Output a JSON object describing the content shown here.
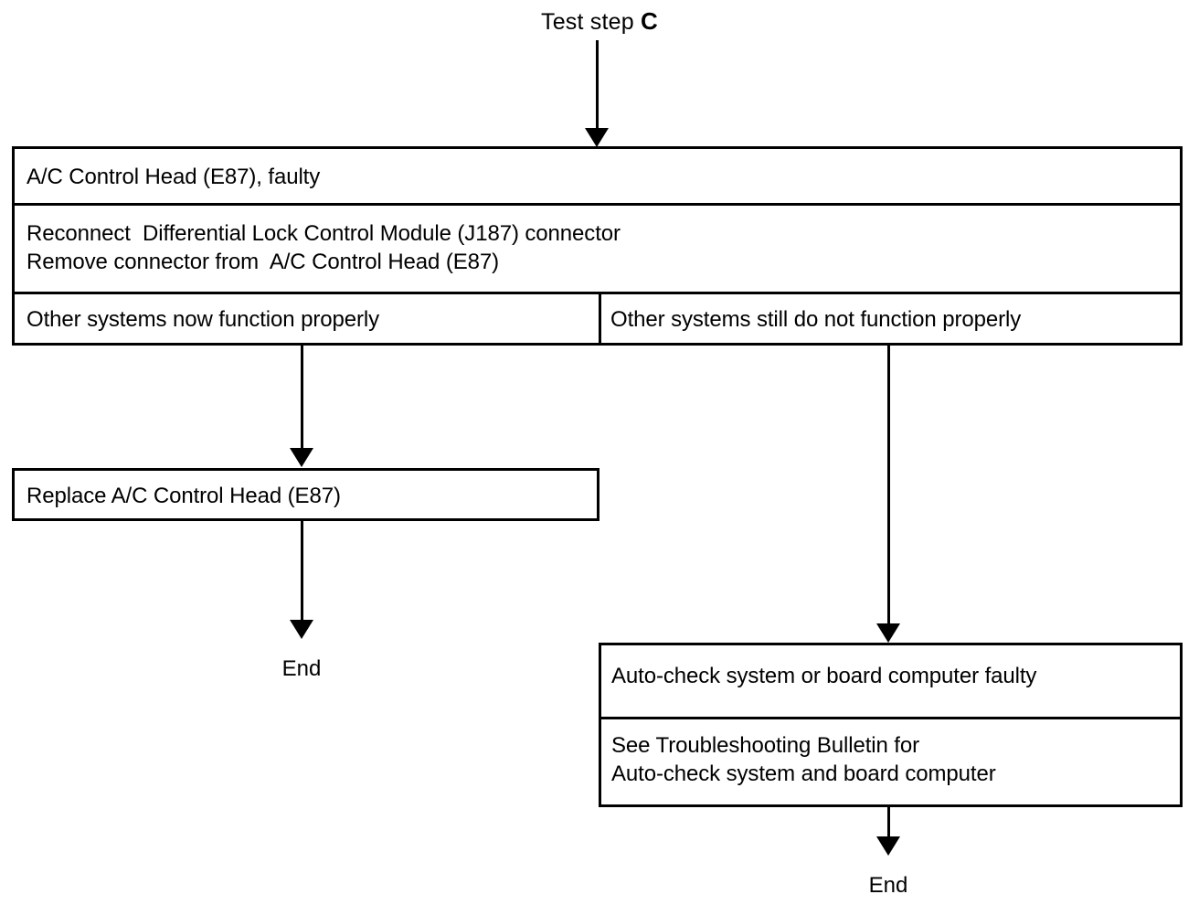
{
  "title": {
    "prefix": "Test step ",
    "step": "C"
  },
  "boxes": {
    "main": {
      "rows": [
        {
          "text": "A/C Control Head (E87), faulty"
        },
        {
          "text": "Reconnect  Differential Lock Control Module (J187) connector\nRemove connector from  A/C Control Head (E87)"
        }
      ],
      "branch_row": {
        "left": "Other systems now function properly",
        "right": "Other systems still do not function properly"
      }
    },
    "replace": {
      "text": "Replace A/C Control Head (E87)"
    },
    "autocheck": {
      "rows": [
        {
          "text": "Auto-check system or board computer faulty"
        },
        {
          "text": "See Troubleshooting Bulletin for\nAuto-check system and board computer"
        }
      ]
    }
  },
  "terminators": {
    "left_end": "End",
    "right_end": "End"
  },
  "colors": {
    "stroke": "#000000",
    "background": "#ffffff"
  }
}
